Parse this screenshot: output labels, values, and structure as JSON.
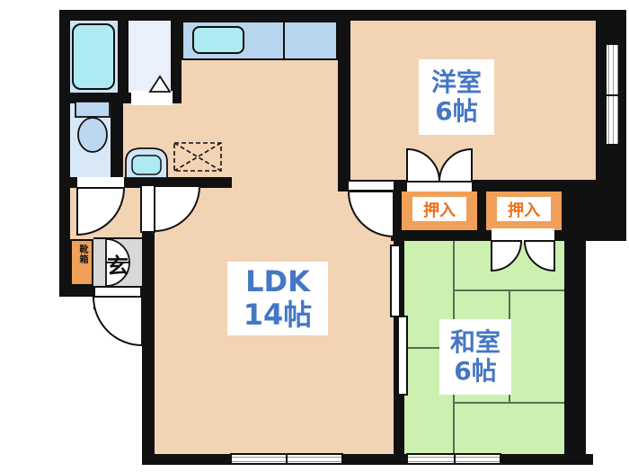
{
  "floorplan": {
    "title": "2LDK apartment floor plan",
    "rooms": {
      "ldk": {
        "name": "LDK",
        "size": "14帖"
      },
      "western": {
        "name": "洋室",
        "size": "6帖"
      },
      "japanese": {
        "name": "和室",
        "size": "6帖"
      },
      "closet_left": {
        "label": "押入"
      },
      "closet_right": {
        "label": "押入"
      },
      "entrance": {
        "label": "玄"
      },
      "shoe_box": {
        "label": "靴箱"
      }
    },
    "fixtures": [
      "bathtub",
      "wash-basin",
      "toilet",
      "kitchen-counter",
      "kitchen-sink",
      "dining-table-dashed",
      "entry-door",
      "room-doors",
      "closet-double-doors",
      "sliding-door",
      "windows"
    ],
    "colors": {
      "ink": "#111111",
      "floor": "#f2d3b4",
      "tatami": "#cbf0b0",
      "tatami_line": "#5a6e52",
      "closet": "#f0a058",
      "genkan": "#d8d8d8",
      "counter": "#b7d5ef",
      "cyan": "#aeeaf2",
      "bathbg": "#cfe2f4",
      "washbg": "#e9f0fa",
      "toiletbg": "#d9e8f7",
      "lblblue": "#4477c4",
      "closettext": "#e8701f"
    }
  }
}
